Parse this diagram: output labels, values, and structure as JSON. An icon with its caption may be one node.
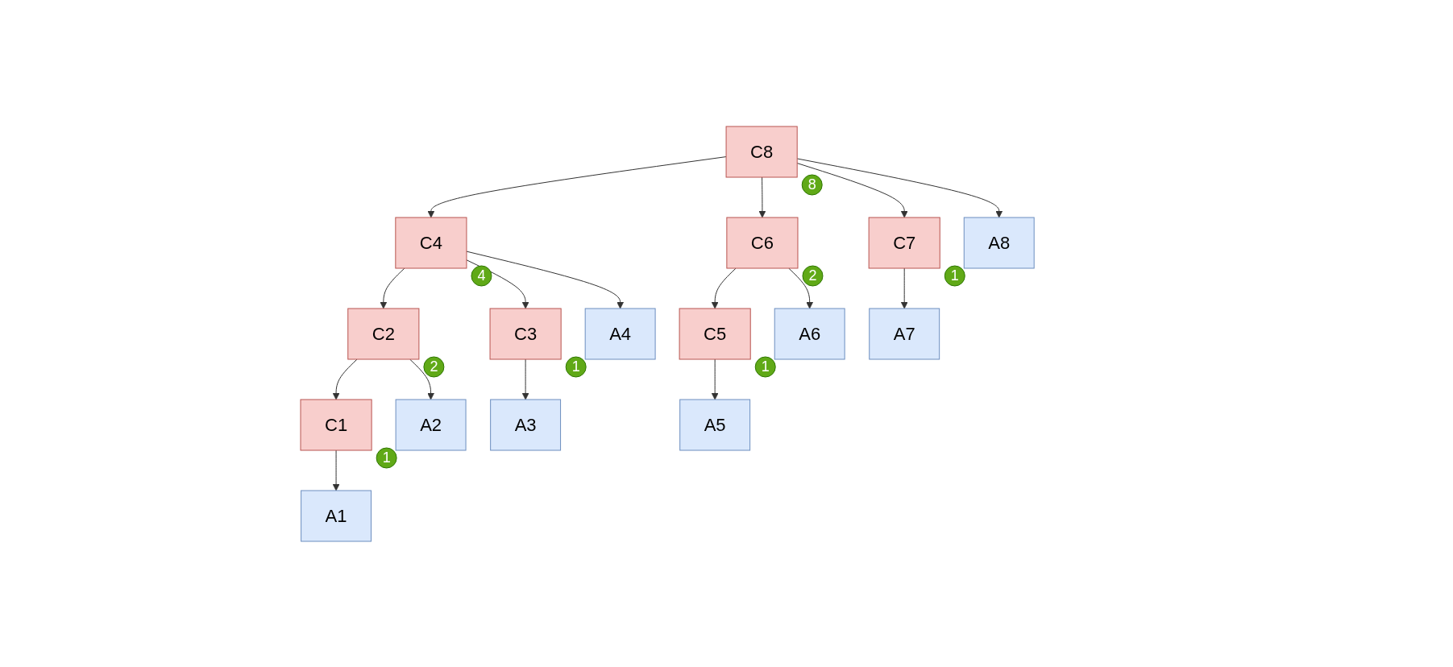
{
  "diagram": {
    "nodes": [
      {
        "text": [
          "C8"
        ],
        "beside": [
          "8"
        ]
      },
      {
        "text": [
          "C4"
        ],
        "beside": [
          "4"
        ]
      },
      {
        "text": [
          "C2"
        ],
        "beside": [
          "2"
        ]
      },
      {
        "text": [
          "C6"
        ],
        "beside": [
          "2"
        ]
      },
      {
        "text": [
          "C1"
        ],
        "beside": [
          "1"
        ]
      },
      {
        "text": [
          "C3"
        ],
        "beside": [
          "1"
        ]
      },
      {
        "text": [
          "C5"
        ],
        "beside": [
          "1"
        ]
      },
      {
        "text": [
          "C7"
        ],
        "beside": [
          "1"
        ]
      },
      {
        "text": [
          "A1"
        ]
      },
      {
        "text": [
          "A2"
        ]
      },
      {
        "text": [
          "A3"
        ]
      },
      {
        "text": [
          "A4"
        ]
      },
      {
        "text": [
          "A5"
        ]
      },
      {
        "text": [
          "A6"
        ]
      },
      {
        "text": [
          "A7"
        ]
      },
      {
        "text": [
          "A8"
        ]
      }
    ],
    "edges": [
      {
        "from": 0,
        "to": 1,
        "arrow": "to"
      },
      {
        "from": 0,
        "to": 3,
        "arrow": "to"
      },
      {
        "from": 0,
        "to": 7,
        "arrow": "to"
      },
      {
        "from": 0,
        "to": 15,
        "arrow": "to"
      },
      {
        "from": 1,
        "to": 2,
        "arrow": "to"
      },
      {
        "from": 1,
        "to": 5,
        "arrow": "to"
      },
      {
        "from": 1,
        "to": 11,
        "arrow": "to"
      },
      {
        "from": 2,
        "to": 4,
        "arrow": "to"
      },
      {
        "from": 2,
        "to": 9,
        "arrow": "to"
      },
      {
        "from": 3,
        "to": 6,
        "arrow": "to"
      },
      {
        "from": 3,
        "to": 13,
        "arrow": "to"
      },
      {
        "from": 4,
        "to": 8,
        "arrow": "to"
      },
      {
        "from": 5,
        "to": 10,
        "arrow": "to"
      },
      {
        "from": 6,
        "to": 12,
        "arrow": "to"
      },
      {
        "from": 7,
        "to": 14,
        "arrow": "to"
      }
    ]
  }
}
